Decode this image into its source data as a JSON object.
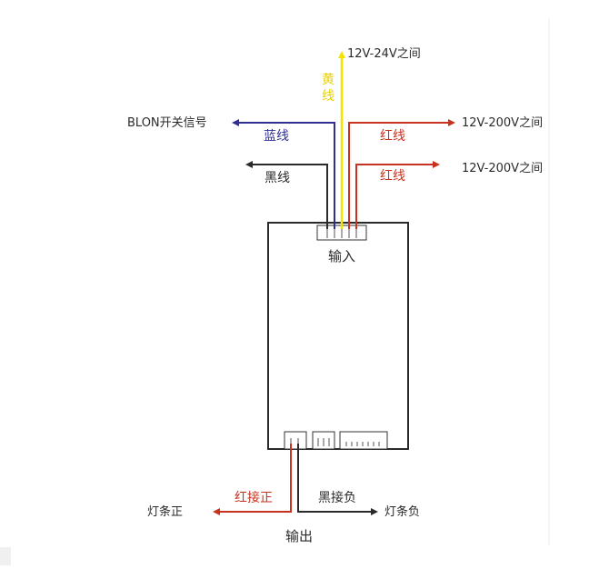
{
  "input_label": "输入",
  "output_label": "输出",
  "wires": {
    "yellow": {
      "label_chars": [
        "黄",
        "线"
      ],
      "note": "12V-24V之间",
      "color": "#f2e300"
    },
    "blue": {
      "label": "蓝线",
      "note": "BLON开关信号",
      "color": "#2e2f8f"
    },
    "black": {
      "label": "黑线",
      "color": "#2a2a2a"
    },
    "red1": {
      "label": "红线",
      "note": "12V-200V之间",
      "color": "#c8321e"
    },
    "red2": {
      "label": "红线",
      "note": "12V-200V之间",
      "color": "#c8321e"
    }
  },
  "outputs": {
    "red": {
      "label": "红接正",
      "note": "灯条正",
      "color": "#c8321e"
    },
    "black": {
      "label": "黑接负",
      "note": "灯条负",
      "color": "#2a2a2a"
    }
  }
}
